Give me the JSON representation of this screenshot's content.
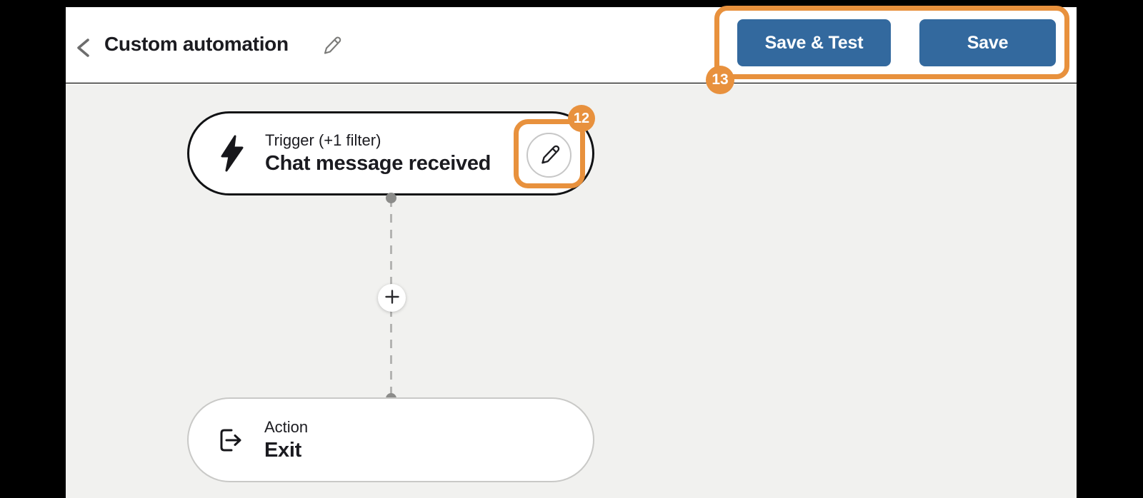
{
  "header": {
    "title": "Custom automation"
  },
  "toolbar": {
    "save_and_test_label": "Save & Test",
    "save_label": "Save"
  },
  "workflow": {
    "trigger": {
      "type_label": "Trigger (+1 filter)",
      "title": "Chat message received"
    },
    "action": {
      "type_label": "Action",
      "title": "Exit"
    }
  },
  "annotations": {
    "trigger_edit_badge": "12",
    "save_buttons_badge": "13"
  },
  "icons": {
    "back": "chevron-left-icon",
    "title_edit": "pencil-icon",
    "trigger": "lightning-bolt-icon",
    "trigger_edit": "pencil-icon",
    "add_step": "plus-icon",
    "action": "exit-arrow-icon"
  },
  "colors": {
    "frame-black": "#000000",
    "canvas-bg": "#f1f1ef",
    "button-blue": "#33699e",
    "accent-orange": "#e8913d",
    "text-dark": "#1b1b20",
    "node-border-dark": "#111214",
    "node-border-light": "#c9c9c7",
    "connector-gray": "#b4b4b2",
    "dot-gray": "#8c8c8a"
  }
}
